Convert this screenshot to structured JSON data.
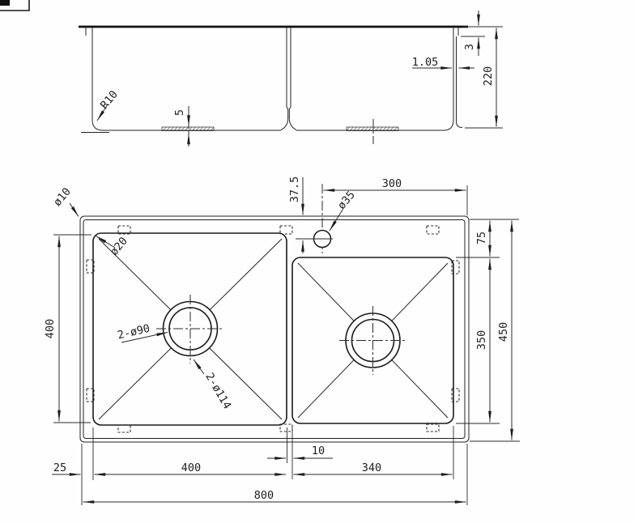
{
  "drawing": {
    "type": "technical-cad-drawing",
    "subject": "double-bowl kitchen sink, side elevation and plan view",
    "line_color": "#1e1e1e",
    "background": "#fefefe"
  },
  "side_view": {
    "dims": {
      "corner_radius": "R10",
      "drain_boss_height": "5",
      "wall_thickness": "1.05",
      "rim_lip_height": "3",
      "overall_depth": "220"
    }
  },
  "plan_view": {
    "dims": {
      "outer_corner_dia": "ø10",
      "bowl_corner_dia": "ø20",
      "faucet_offset_back": "37.5",
      "faucet_offset_side": "300",
      "faucet_hole_dia": "ø35",
      "back_rim_to_bowl": "75",
      "left_bowl_length": "400",
      "drain_inner_dia": "2-ø90",
      "drain_outer_dia": "2-ø114",
      "right_bowl_length": "350",
      "overall_depth": "450",
      "left_rim_width": "25",
      "left_bowl_width": "400",
      "divider_width": "10",
      "right_bowl_width": "340",
      "overall_width": "800"
    }
  }
}
